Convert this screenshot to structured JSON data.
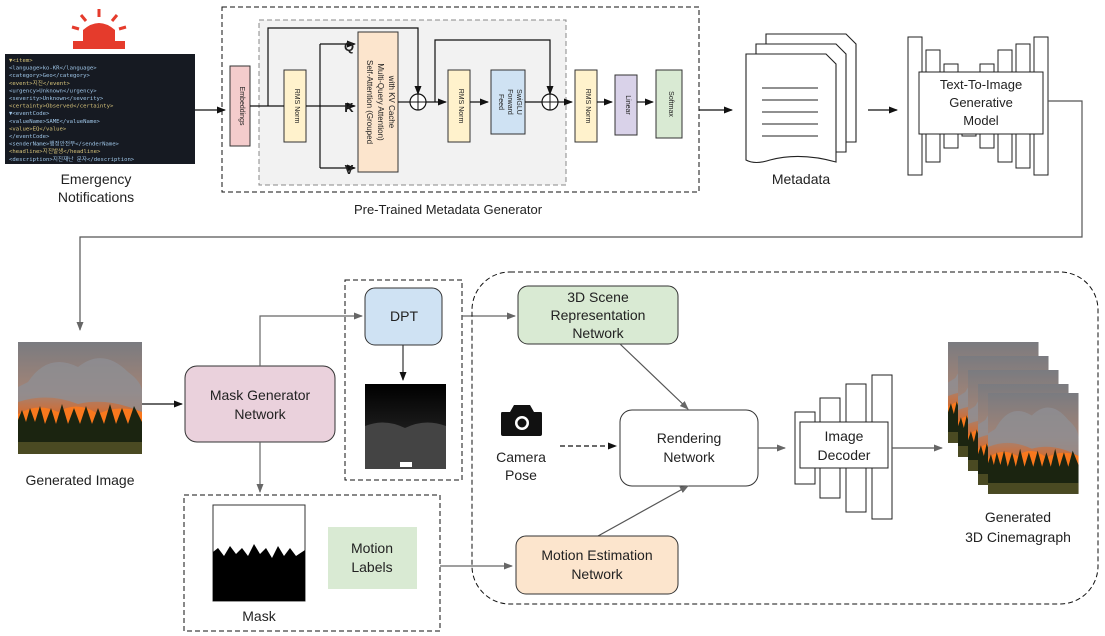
{
  "input": {
    "label_line1": "Emergency",
    "label_line2": "Notifications",
    "xml_lines": [
      "▼<item>",
      "  <language>ko-KR</language>",
      "  <category>Geo</category>",
      "  <event>지진</event>",
      "  <urgency>Unknown</urgency>",
      "  <severity>Unknown</severity>",
      "  <certainty>Observed</certainty>",
      " ▼<eventCode>",
      "    <valueName>SAME</valueName>",
      "    <value>EQ</value>",
      "  </eventCode>",
      "  <senderName>행정안전부</senderName>",
      "  <headline>지진발생</headline>",
      "  <description>지진재난 문자</description>"
    ]
  },
  "generator": {
    "caption": "Pre-Trained Metadata Generator",
    "embeddings": "Embeddings",
    "rms_norm_1": "RMS Norm",
    "q": "Q",
    "k": "K",
    "v": "V",
    "attention_line1": "Self-Attention (Grouped",
    "attention_line2": "Multi-Query Attention)",
    "attention_line3": "with KV Cache",
    "rms_norm_2": "RMS Norm",
    "ffn_line1": "Feed",
    "ffn_line2": "Forward",
    "ffn_line3": "SwiGLU",
    "rms_norm_3": "RMS Norm",
    "linear": "Linear",
    "softmax": "Softmax"
  },
  "metadata": {
    "label": "Metadata"
  },
  "t2i": {
    "line1": "Text-To-Image",
    "line2": "Generative",
    "line3": "Model"
  },
  "generated_image": {
    "label": "Generated Image"
  },
  "mask_generator": {
    "line1": "Mask Generator",
    "line2": "Network"
  },
  "dpt": {
    "label": "DPT"
  },
  "mask": {
    "label": "Mask"
  },
  "motion_labels": {
    "line1": "Motion",
    "line2": "Labels"
  },
  "scene_net": {
    "line1": "3D Scene",
    "line2": "Representation",
    "line3": "Network"
  },
  "camera": {
    "line1": "Camera",
    "line2": "Pose"
  },
  "rendering": {
    "line1": "Rendering",
    "line2": "Network"
  },
  "decoder": {
    "line1": "Image",
    "line2": "Decoder"
  },
  "motion_net": {
    "line1": "Motion Estimation",
    "line2": "Network"
  },
  "output": {
    "line1": "Generated",
    "line2": "3D Cinemagraph"
  },
  "colors": {
    "embeddings": "#f4cccc",
    "rms": "#fff2cc",
    "attention": "#fce5cd",
    "ffn": "#cfe2f3",
    "linear": "#d9d2e9",
    "softmax": "#d9ead3",
    "mask_gen": "#ead1dc",
    "dpt": "#cfe2f3",
    "scene": "#d9ead3",
    "motion_est": "#fce5cd",
    "motion_labels": "#d9ead3",
    "alarm": "#e53b2c"
  }
}
